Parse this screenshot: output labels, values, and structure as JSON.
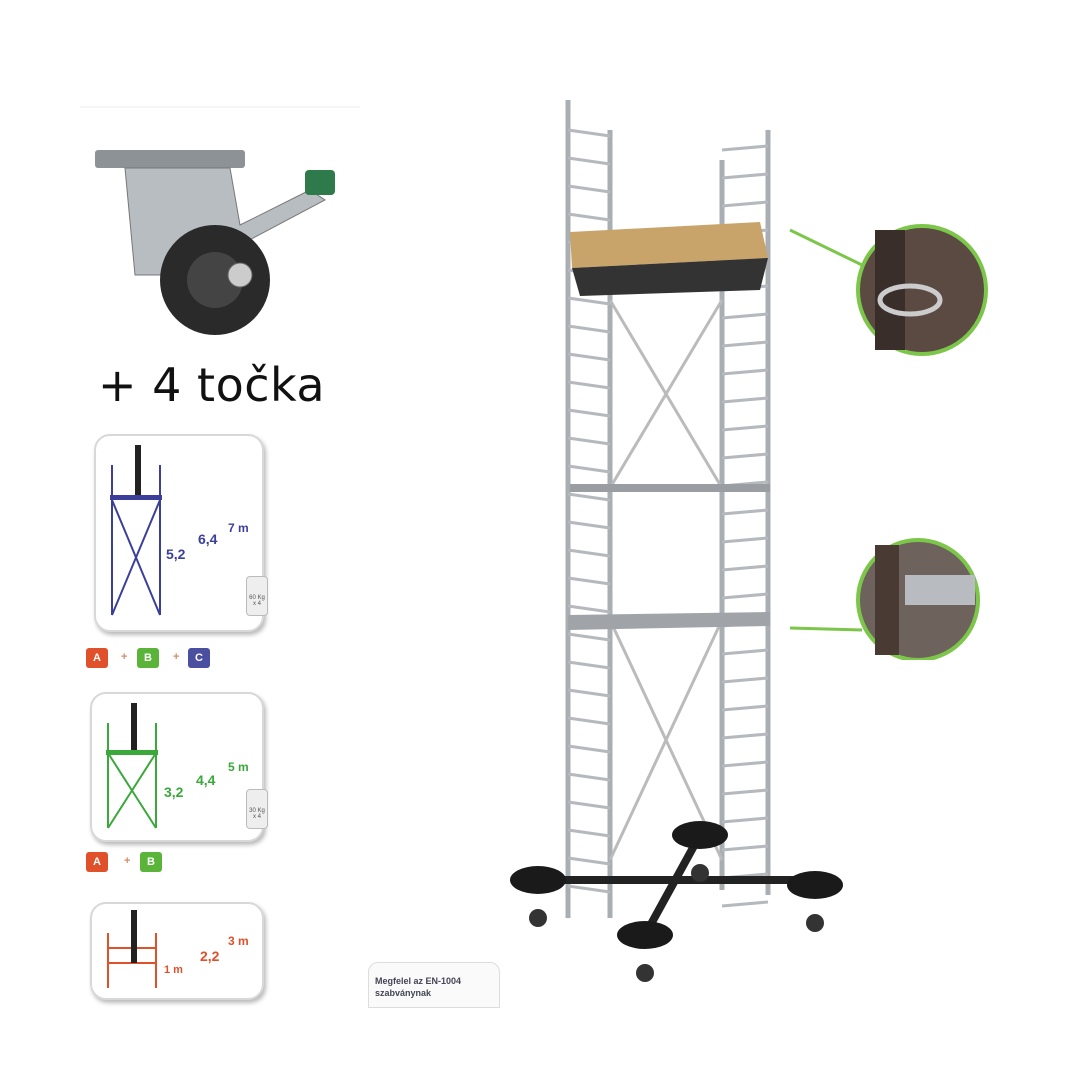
{
  "caption": "+ 4 točka",
  "configs": [
    {
      "heights": [
        "5,2",
        "6,4",
        "7 m"
      ],
      "weight": "60 Kg x 4",
      "modules": [
        "A",
        "B",
        "C"
      ],
      "color": "#3b3f9a"
    },
    {
      "heights": [
        "3,2",
        "4,4",
        "5 m"
      ],
      "weight": "30 Kg x 4",
      "modules": [
        "A",
        "B"
      ],
      "color": "#3aa83a"
    },
    {
      "heights": [
        "1 m",
        "2,2",
        "3 m"
      ],
      "modules": [],
      "color": "#e0502a"
    }
  ],
  "module_colors": {
    "A": "#e0502a",
    "B": "#5ab43a",
    "C": "#4a4fa0"
  },
  "plus_sign": "+",
  "standard_note": {
    "line1": "Megfelel az EN-1004",
    "line2": "szabványnak"
  },
  "accent_color": "#7cc64a"
}
